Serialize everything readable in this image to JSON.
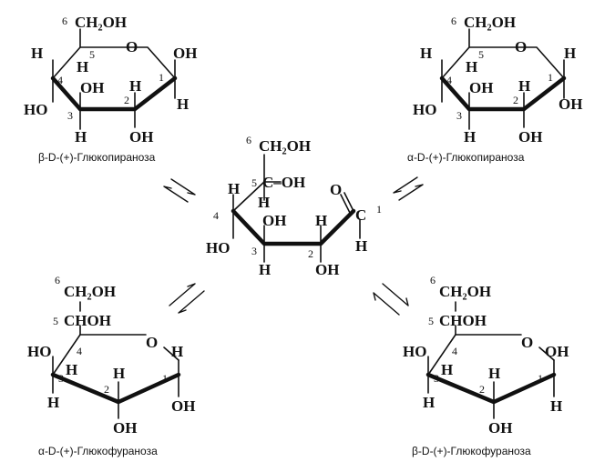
{
  "labels": {
    "ch2oh": "CH₂OH",
    "oh": "OH",
    "h": "H",
    "ho": "HO",
    "o": "O",
    "c": "C",
    "choh": "CHOH",
    "c_oh": "C–OH",
    "n1": "1",
    "n2": "2",
    "n3": "3",
    "n4": "4",
    "n5": "5",
    "n6": "6"
  },
  "captions": {
    "beta_pyranose": "β-D-(+)-Глюкопираноза",
    "alpha_pyranose": "α-D-(+)-Глюкопираноза",
    "alpha_furanose": "α-D-(+)-Глюкофураноза",
    "beta_furanose": "β-D-(+)-Глюкофураноза"
  }
}
